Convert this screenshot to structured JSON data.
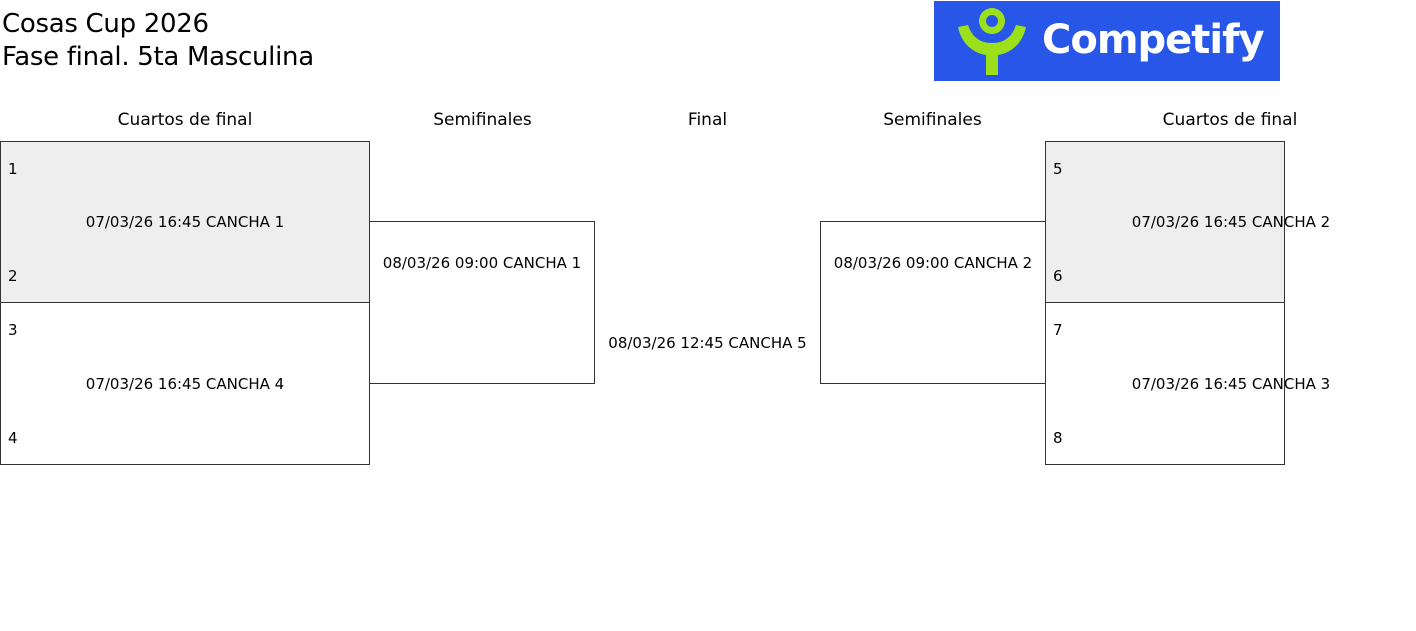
{
  "title": {
    "line1": "Cosas Cup 2026",
    "line2": "Fase final. 5ta Masculina"
  },
  "logo": {
    "text": "Competify",
    "icon": "competify-person-icon",
    "colors": {
      "background": "#2856e8",
      "mark": "#9be01a",
      "text": "#ffffff"
    }
  },
  "rounds": {
    "left_quarterfinals": "Cuartos de final",
    "left_semifinals": "Semifinales",
    "final": "Final",
    "right_semifinals": "Semifinales",
    "right_quarterfinals": "Cuartos de final"
  },
  "matches": {
    "qf1": {
      "seed_top": "1",
      "seed_bottom": "2",
      "info": "07/03/26 16:45 CANCHA 1"
    },
    "qf2": {
      "seed_top": "3",
      "seed_bottom": "4",
      "info": "07/03/26 16:45 CANCHA 4"
    },
    "sf1": {
      "info": "08/03/26 09:00 CANCHA 1"
    },
    "final": {
      "info": "08/03/26 12:45 CANCHA 5"
    },
    "sf2": {
      "info": "08/03/26 09:00 CANCHA 2"
    },
    "qf3": {
      "seed_top": "5",
      "seed_bottom": "6",
      "info": "07/03/26 16:45 CANCHA 2"
    },
    "qf4": {
      "seed_top": "7",
      "seed_bottom": "8",
      "info": "07/03/26 16:45 CANCHA 3"
    }
  }
}
